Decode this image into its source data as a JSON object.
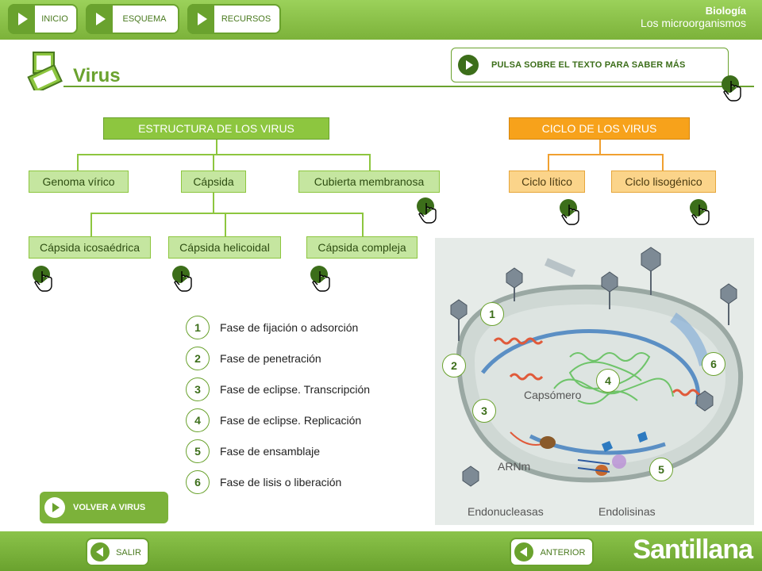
{
  "topnav": {
    "home_label": "INICIO",
    "scheme_label": "ESQUEMA",
    "resources_label": "RECURSOS"
  },
  "subject": {
    "name": "Biología",
    "unit": "Los microorganismos"
  },
  "page": {
    "title": "Virus"
  },
  "hint": {
    "text": "PULSA SOBRE EL TEXTO PARA SABER MÁS"
  },
  "structure": {
    "header": "ESTRUCTURA DE LOS VIRUS",
    "genome": "Genoma vírico",
    "capsid": "Cápsida",
    "envelope": "Cubierta membranosa",
    "icosahedral": "Cápsida icosaédrica",
    "helical": "Cápsida helicoidal",
    "complex": "Cápsida compleja"
  },
  "cycle": {
    "header": "CICLO DE LOS VIRUS",
    "lytic": "Ciclo lítico",
    "lysogenic": "Ciclo lisogénico"
  },
  "phases": [
    {
      "num": "1",
      "text": "Fase de fijación o adsorción"
    },
    {
      "num": "2",
      "text": "Fase de penetración"
    },
    {
      "num": "3",
      "text": "Fase de eclipse. Transcripción"
    },
    {
      "num": "4",
      "text": "Fase de eclipse. Replicación"
    },
    {
      "num": "5",
      "text": "Fase de ensamblaje"
    },
    {
      "num": "6",
      "text": "Fase de lisis o liberación"
    }
  ],
  "back_button": {
    "label": "VOLVER A VIRUS"
  },
  "illustration": {
    "markers": [
      "1",
      "2",
      "3",
      "4",
      "5",
      "6"
    ],
    "label_capsomere": "Capsómero",
    "label_mrna": "ARNm",
    "label_endonucleases": "Endonucleasas",
    "label_endolysins": "Endolisinas"
  },
  "bottomnav": {
    "exit_label": "SALIR",
    "previous_label": "ANTERIOR",
    "brand": "Santillana"
  },
  "colors": {
    "accent_green": "#6aa22e",
    "structure_header": "#8dc63f",
    "cycle_header": "#f7a21b"
  }
}
